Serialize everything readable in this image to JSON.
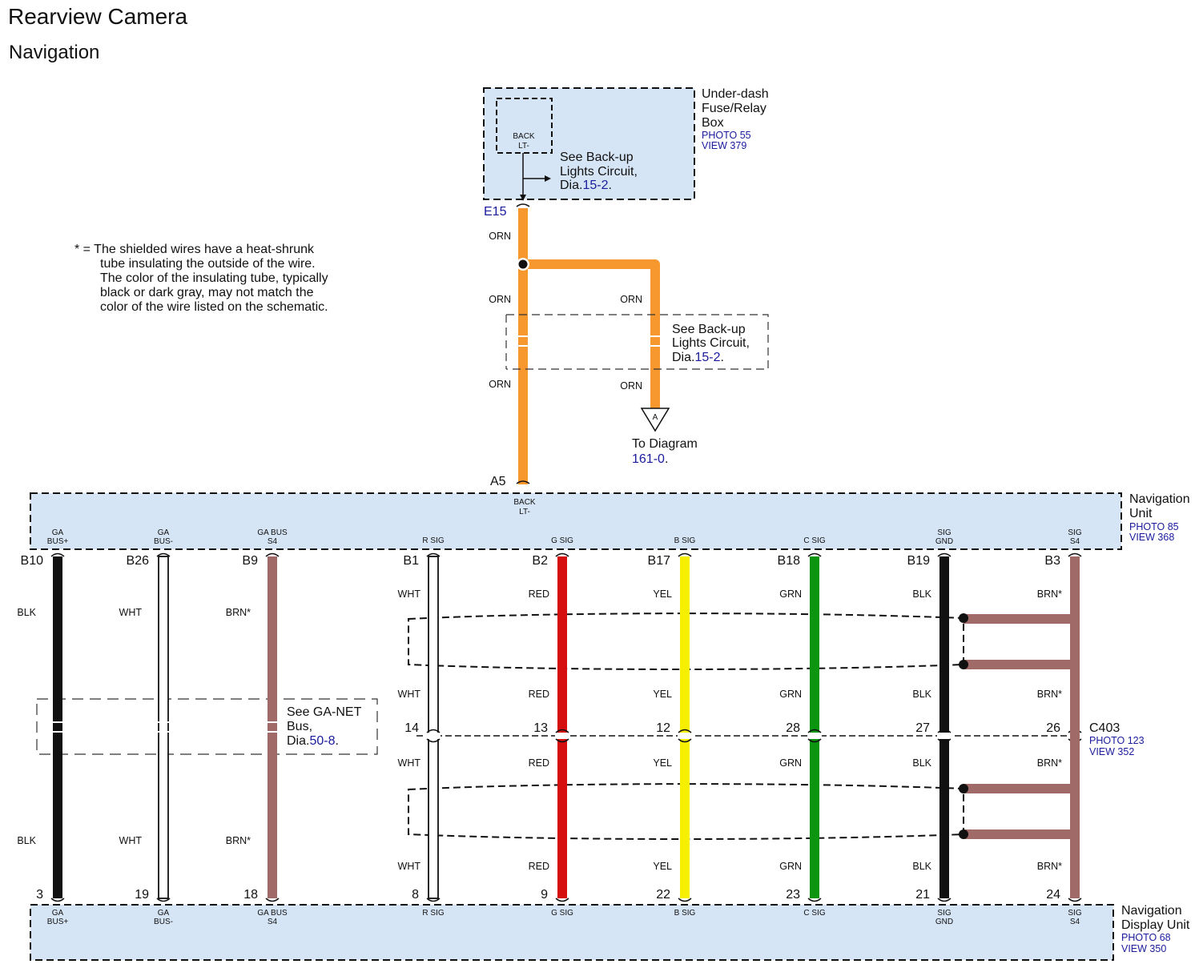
{
  "title": "Rearview Camera",
  "subtitle": "Navigation",
  "colors": {
    "box_fill": "#d6e5f5",
    "ORN": "#f7982f",
    "BLK": "#111111",
    "WHT": "#ffffff",
    "BRN": "#a06a68",
    "RED": "#d50e0e",
    "YEL": "#f6f000",
    "GRN": "#0c960f",
    "link": "#1a1a9c"
  },
  "note": {
    "lines": [
      "* = The shielded wires have a heat-shrunk",
      "tube insulating the outside of the wire.",
      "The color of the insulating tube, typically",
      "black or dark gray, may not match the",
      "color of the wire listed on the schematic."
    ]
  },
  "fuse_box": {
    "name_lines": [
      "Under-dash",
      "Fuse/Relay",
      "Box"
    ],
    "photo": "PHOTO 55",
    "view": "VIEW 379",
    "inner_label": [
      "BACK",
      "LT-"
    ],
    "ref_lines": [
      "See Back-up",
      "Lights Circuit,"
    ],
    "ref_prefix": "Dia.",
    "ref_link": "15-2",
    "ref_suffix": ".",
    "pin": "E15"
  },
  "orn_labels": [
    "ORN",
    "ORN",
    "ORN",
    "ORN",
    "ORN"
  ],
  "backup_ref": {
    "lines": [
      "See Back-up",
      "Lights Circuit,"
    ],
    "prefix": "Dia.",
    "link": "15-2",
    "suffix": "."
  },
  "to_diagram": {
    "marker": "A",
    "text": "To Diagram",
    "link_a": "161",
    "sep": "-",
    "link_b": "0",
    "suffix": "."
  },
  "nav_unit": {
    "name_lines": [
      "Navigation",
      "Unit"
    ],
    "photo": "PHOTO 85",
    "view": "VIEW 368",
    "a5_pin": "A5",
    "a5_label": [
      "BACK",
      "LT-"
    ]
  },
  "display_unit": {
    "name_lines": [
      "Navigation",
      "Display Unit"
    ],
    "photo": "PHOTO 68",
    "view": "VIEW 350"
  },
  "connector": {
    "name": "C403",
    "photo": "PHOTO 123",
    "view": "VIEW 352"
  },
  "ganet": {
    "lines": [
      "See GA-NET",
      "Bus,"
    ],
    "prefix": "Dia.",
    "link": "50-8",
    "suffix": "."
  },
  "wires": [
    {
      "top_pin": "B10",
      "top_label": [
        "GA",
        "BUS+"
      ],
      "color": "BLK",
      "labels": [
        "BLK",
        "BLK"
      ],
      "c403": "",
      "bottom_pin": "3",
      "bottom_label": [
        "GA",
        "BUS+"
      ]
    },
    {
      "top_pin": "B26",
      "top_label": [
        "GA",
        "BUS-"
      ],
      "color": "WHT",
      "labels": [
        "WHT",
        "WHT"
      ],
      "c403": "",
      "bottom_pin": "19",
      "bottom_label": [
        "GA",
        "BUS-"
      ]
    },
    {
      "top_pin": "B9",
      "top_label": [
        "GA BUS",
        "S4"
      ],
      "color": "BRN",
      "labels": [
        "BRN*",
        "BRN*"
      ],
      "c403": "",
      "bottom_pin": "18",
      "bottom_label": [
        "GA BUS",
        "S4"
      ]
    },
    {
      "top_pin": "B1",
      "top_label": [
        "R SIG"
      ],
      "color": "WHT",
      "labels": [
        "WHT",
        "WHT",
        "WHT",
        "WHT"
      ],
      "c403": "14",
      "bottom_pin": "8",
      "bottom_label": [
        "R SIG"
      ]
    },
    {
      "top_pin": "B2",
      "top_label": [
        "G SIG"
      ],
      "color": "RED",
      "labels": [
        "RED",
        "RED",
        "RED",
        "RED"
      ],
      "c403": "13",
      "bottom_pin": "9",
      "bottom_label": [
        "G SIG"
      ]
    },
    {
      "top_pin": "B17",
      "top_label": [
        "B SIG"
      ],
      "color": "YEL",
      "labels": [
        "YEL",
        "YEL",
        "YEL",
        "YEL"
      ],
      "c403": "12",
      "bottom_pin": "22",
      "bottom_label": [
        "B SIG"
      ]
    },
    {
      "top_pin": "B18",
      "top_label": [
        "C SIG"
      ],
      "color": "GRN",
      "labels": [
        "GRN",
        "GRN",
        "GRN",
        "GRN"
      ],
      "c403": "28",
      "bottom_pin": "23",
      "bottom_label": [
        "C SIG"
      ]
    },
    {
      "top_pin": "B19",
      "top_label": [
        "SIG",
        "GND"
      ],
      "color": "BLK",
      "labels": [
        "BLK",
        "BLK",
        "BLK",
        "BLK"
      ],
      "c403": "27",
      "bottom_pin": "21",
      "bottom_label": [
        "SIG",
        "GND"
      ]
    },
    {
      "top_pin": "B3",
      "top_label": [
        "SIG",
        "S4"
      ],
      "color": "BRN",
      "labels": [
        "BRN*",
        "BRN*",
        "BRN*",
        "BRN*"
      ],
      "c403": "26",
      "bottom_pin": "24",
      "bottom_label": [
        "SIG",
        "S4"
      ]
    }
  ]
}
